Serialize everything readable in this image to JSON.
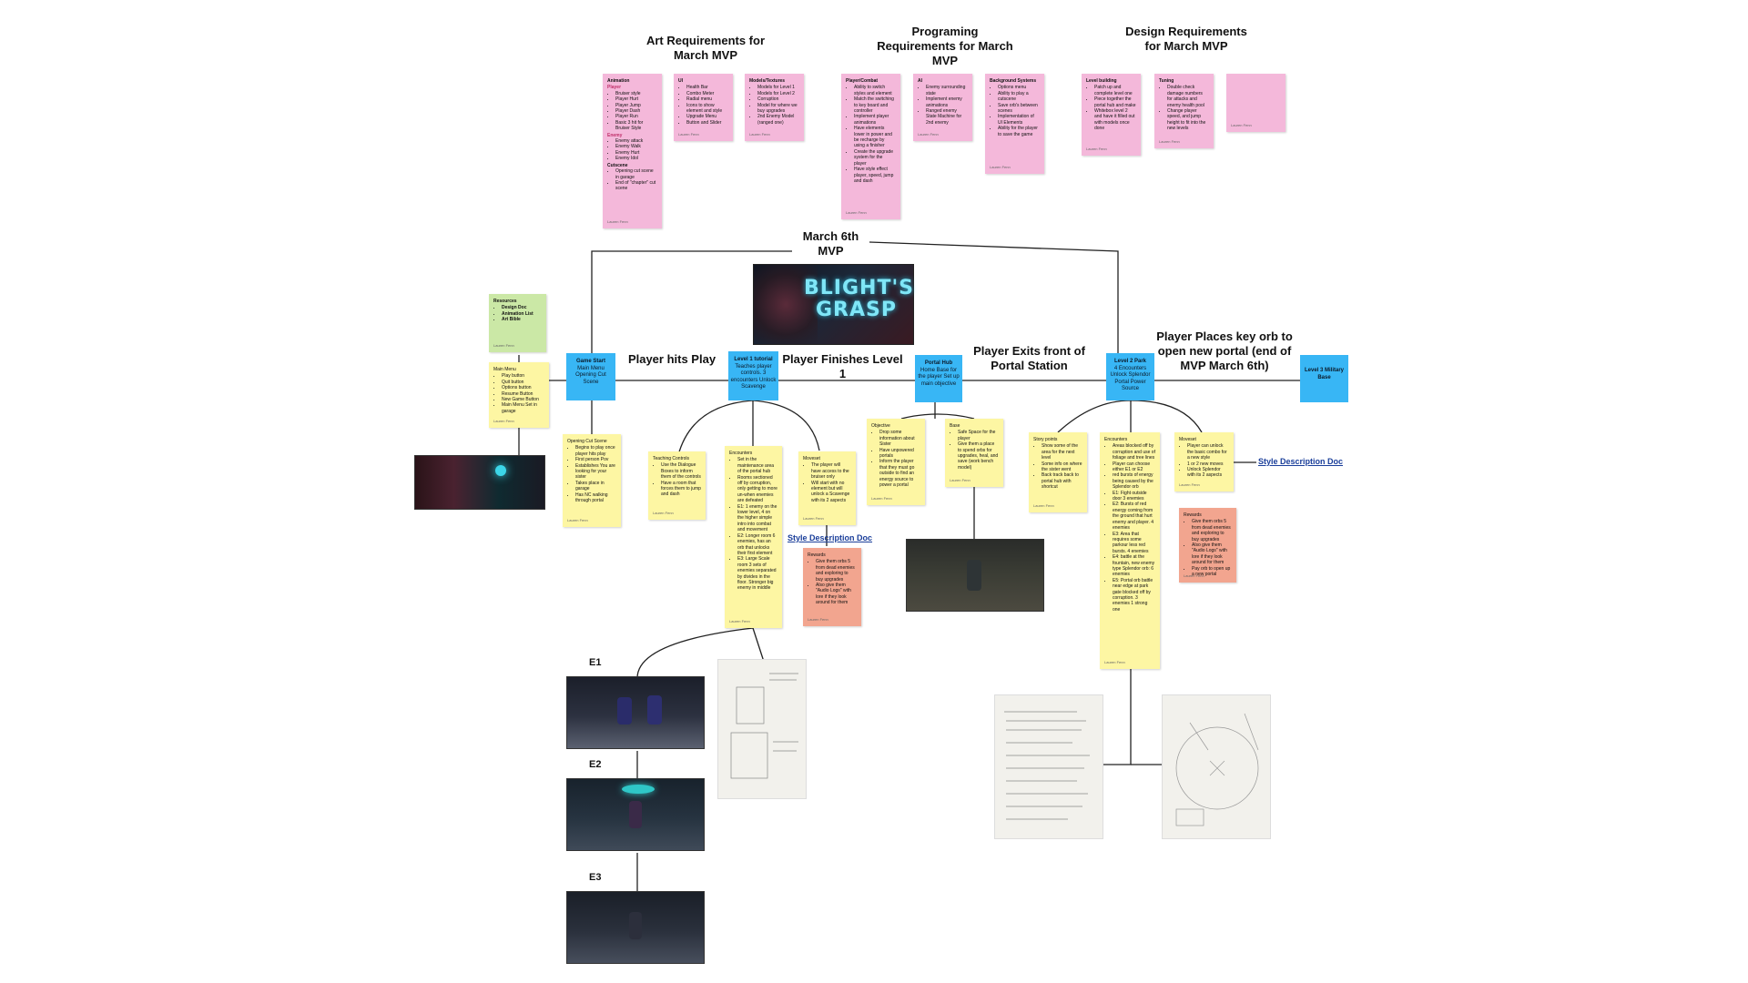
{
  "headings": {
    "art": "Art Requirements for March MVP",
    "programming": "Programing Requirements for March MVP",
    "design": "Design Requirements for March MVP",
    "march": "March 6th MVP"
  },
  "logo": {
    "text_line1": "BLIGHT'S",
    "text_line2": "GRASP"
  },
  "flow_labels": {
    "hits_play": "Player hits Play",
    "finishes_l1": "Player Finishes Level 1",
    "exits_portal": "Player Exits front of Portal Station",
    "key_orb": "Player Places key orb to open new portal (end of MVP March 6th)"
  },
  "blue_boxes": {
    "game_start": {
      "title": "Game Start",
      "body": "Main Menu Opening Cut Scene"
    },
    "level1": {
      "title": "Level 1 tutorial",
      "body": "Teaches player controls. 3 encounters Unlock Scavenge"
    },
    "portal_hub": {
      "title": "Portal Hub",
      "body": "Home Base for the player Set up main objective"
    },
    "level2": {
      "title": "Level 2 Park",
      "body": "4 Encounters Unlock Splendor Portal Power Source"
    },
    "level3": {
      "title": "Level 3 Military Base",
      "body": ""
    }
  },
  "art_notes": {
    "animation": {
      "title": "Animation",
      "player_label": "Player",
      "player_items": [
        "Bruiser style",
        "Player Hurt",
        "Player Jump",
        "Player Dash",
        "Player Run",
        "Basic 3 hit for Bruiser Style"
      ],
      "enemy_label": "Enemy",
      "enemy_items": [
        "Enemy attack",
        "Enemy Walk",
        "Enemy Hurt",
        "Enemy Idol"
      ],
      "cutscene_label": "Cutscene",
      "cutscene_items": [
        "Opening cut scene in garage",
        "End of \"chapter\" cut scene"
      ]
    },
    "ui": {
      "title": "UI",
      "items": [
        "Health Bar",
        "Combo Meter",
        "Radial menu",
        "Icons to show element and style",
        "Upgrade Menu",
        "Button and Slider"
      ]
    },
    "models": {
      "title": "Models/Textures",
      "items": [
        "Models for Level 1",
        "Models for Level 2",
        "Corruption",
        "Model for where we buy upgrades",
        "2nd Enemy Model (ranged one)"
      ]
    }
  },
  "prog_notes": {
    "player_combat": {
      "title": "Player/Combat",
      "items": [
        "Ability to switch styles and element",
        "Match the switching to key board and controller",
        "Implement player animations",
        "Have elements lower in power and be recharge by using a finisher",
        "Create the upgrade system for the player",
        "Have style effect player, speed, jump and dash"
      ]
    },
    "ai": {
      "title": "AI",
      "items": [
        "Enemy surrounding state",
        "Implement enemy animations",
        "Ranged enemy State Machine for 2nd enemy"
      ]
    },
    "background": {
      "title": "Background Systems",
      "items": [
        "Options menu",
        "Ability to play a cutscene",
        "Save orb's between scenes",
        "Implementation of UI Elements",
        "Ability for the player to save the game"
      ]
    }
  },
  "design_notes": {
    "level_building": {
      "title": "Level building",
      "items": [
        "Patch up and complete level one",
        "Piece together the portal hub and make",
        "Whitebox level 2 and have it filled out with models once done"
      ]
    },
    "tuning": {
      "title": "Tuning",
      "items": [
        "Double check damage numbers for attacks and enemy health pool",
        "Change player speed, and jump height to fit into the new levels"
      ]
    }
  },
  "left_notes": {
    "resources": {
      "title": "Resources",
      "items": [
        "Design Doc",
        "Animation List",
        "Art Bible"
      ]
    },
    "main_menu": {
      "title": "Main Menu",
      "items": [
        "Play button",
        "Quit button",
        "Options button",
        "Resume Button",
        "New Game Button",
        "Main Menu Set in garage"
      ]
    },
    "opening": {
      "title": "Opening Cut Scene",
      "items": [
        "Begins to play once player hits play",
        "First person Pov",
        "Establishes You are looking for your sister",
        "Takes place in garage",
        "Has NC walking through portal"
      ]
    }
  },
  "level1_notes": {
    "teaching": {
      "title": "Teaching Controls",
      "items": [
        "Use the Dialogue Boxes to inform them of the controls",
        "Have a room that forces them to jump and dash"
      ]
    },
    "encounters": {
      "title": "Encounters",
      "items": [
        "Set in the maintenance area of the portal hub",
        "Rooms sectioned off by corruption, only getting to more un-when enemies are defeated",
        "E1: 1 enemy on the lower level, 4 on the higher simple intro into combat and movement",
        "E2: Longer room 6 enemies, has an orb that unlocks their first element",
        "E3: Large Scale room 3 sets of enemies separated by divides in the floor. Stronger big enemy in middle"
      ]
    },
    "moveset": {
      "title": "Moveset",
      "items": [
        "The player will have access to the bruiser only",
        "Will start with no element but will unlock a Scavenge with its 2 aspects"
      ]
    },
    "rewards": {
      "title": "Rewards",
      "items": [
        "Give them orbs 5 from dead enemies and exploring to buy upgrades",
        "Also give them \"Audio Logs\" with lore if they look around for them"
      ]
    }
  },
  "portal_notes": {
    "objective": {
      "title": "Objective",
      "items": [
        "Drop some information about Sister",
        "Have unpowered portals",
        "Inform the player that they must go outside to find an energy source to power a portal"
      ]
    },
    "base": {
      "title": "Base",
      "items": [
        "Safe Space for the player",
        "Give them a place to spend orbs for upgrades, heal, and save (work bench model)"
      ]
    }
  },
  "level2_notes": {
    "story": {
      "title": "Story points",
      "items": [
        "Show some of the area for the next level",
        "Some info on where the sister went",
        "Back track back to portal hub with shortcut"
      ]
    },
    "encounters": {
      "title": "Encounters",
      "items": [
        "Areas blocked off by corruption and use of foliage and tree lines",
        "Player can choose either E1 or E2",
        "red bursts of energy being caused by the Splendor orb",
        "E1: Fight outside door 3 enemies",
        "E2: Bursts of red energy coming from the ground that hurt enemy and player. 4 enemies",
        "E3: Area that requires some parkour less red bursts. 4 enemies",
        "E4: battle at the fountain, new enemy type Splendor orb: 6 enemies",
        "E5: Portal orb battle near edge at park gate blocked off by corruption. 3 enemies 1 strong one"
      ]
    },
    "moveset": {
      "title": "Moveset",
      "items": [
        "Player can unlock the basic combo for a new style",
        "1 or 2 new moves",
        "Unlock Splendor with its 2 aspects"
      ]
    },
    "rewards": {
      "title": "Rewards",
      "items": [
        "Give them orbs 5 from dead enemies and exploring to buy upgrades",
        "Also give them \"Audio Logs\" with lore if they look around for them",
        "Pay orb to open up a new portal"
      ]
    }
  },
  "links": {
    "style_doc_1": "Style Description Doc",
    "style_doc_2": "Style Description Doc"
  },
  "encounter_labels": {
    "e1": "E1",
    "e2": "E2",
    "e3": "E3"
  },
  "sticky_footer": "Lauren Fenn"
}
